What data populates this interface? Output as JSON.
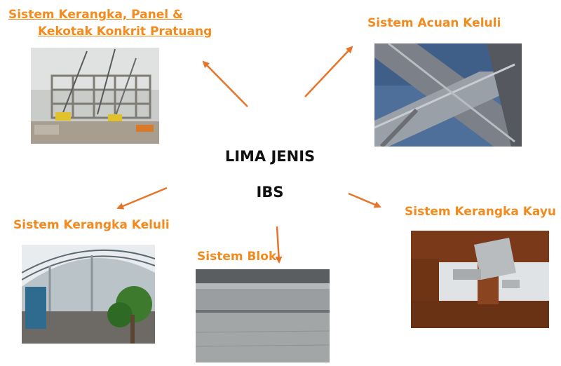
{
  "center": {
    "line1": "LIMA JENIS",
    "line2": "IBS"
  },
  "labels": {
    "precast_line1": "Sistem Kerangka, Panel &",
    "precast_line2": "Kekotak Konkrit Pratuang",
    "steel_formwork": "Sistem Acuan Keluli",
    "steel_frame": "Sistem Kerangka Keluli",
    "block": "Sistem Blok",
    "timber_frame": "Sistem Kerangka Kayu"
  },
  "colors": {
    "accent": "#f28a1e",
    "center_text": "#111111"
  }
}
